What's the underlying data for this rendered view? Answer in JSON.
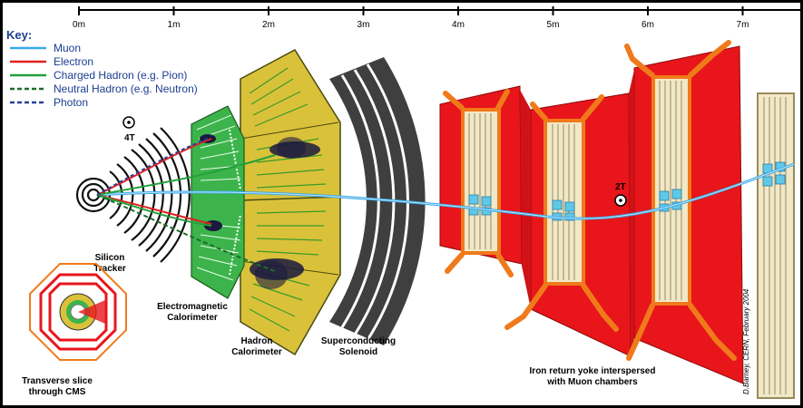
{
  "key": {
    "title": "Key:",
    "entries": [
      {
        "label": "Muon",
        "color": "#3aa8e8",
        "style": "solid"
      },
      {
        "label": "Electron",
        "color": "#e02020",
        "style": "solid"
      },
      {
        "label": "Charged Hadron (e.g. Pion)",
        "color": "#22a03a",
        "style": "solid"
      },
      {
        "label": "Neutral Hadron (e.g. Neutron)",
        "color": "#1d6b2a",
        "style": "dashed"
      },
      {
        "label": "Photon",
        "color": "#2a3e9a",
        "style": "dashed"
      }
    ]
  },
  "scale": {
    "ticks": [
      "0m",
      "1m",
      "2m",
      "3m",
      "4m",
      "5m",
      "6m",
      "7m"
    ]
  },
  "field_labels": {
    "inner": "4T",
    "outer": "2T"
  },
  "labels": {
    "tracker_line1": "Silicon",
    "tracker_line2": "Tracker",
    "ecal_line1": "Electromagnetic",
    "ecal_line2": "Calorimeter",
    "hcal_line1": "Hadron",
    "hcal_line2": "Calorimeter",
    "solenoid_line1": "Superconducting",
    "solenoid_line2": "Solenoid",
    "yoke_line1": "Iron return yoke interspersed",
    "yoke_line2": "with Muon chambers",
    "slice_line1": "Transverse slice",
    "slice_line2": "through CMS"
  },
  "credit": "D.Barney, CERN, February 2004",
  "colors": {
    "yoke": "#e8151b",
    "chamber_frame": "#f07a1a",
    "hcal": "#d9c23a",
    "ecal": "#3cb44b",
    "solenoid": "#4a4a4a",
    "muon_hits": "#5fc8e8"
  }
}
